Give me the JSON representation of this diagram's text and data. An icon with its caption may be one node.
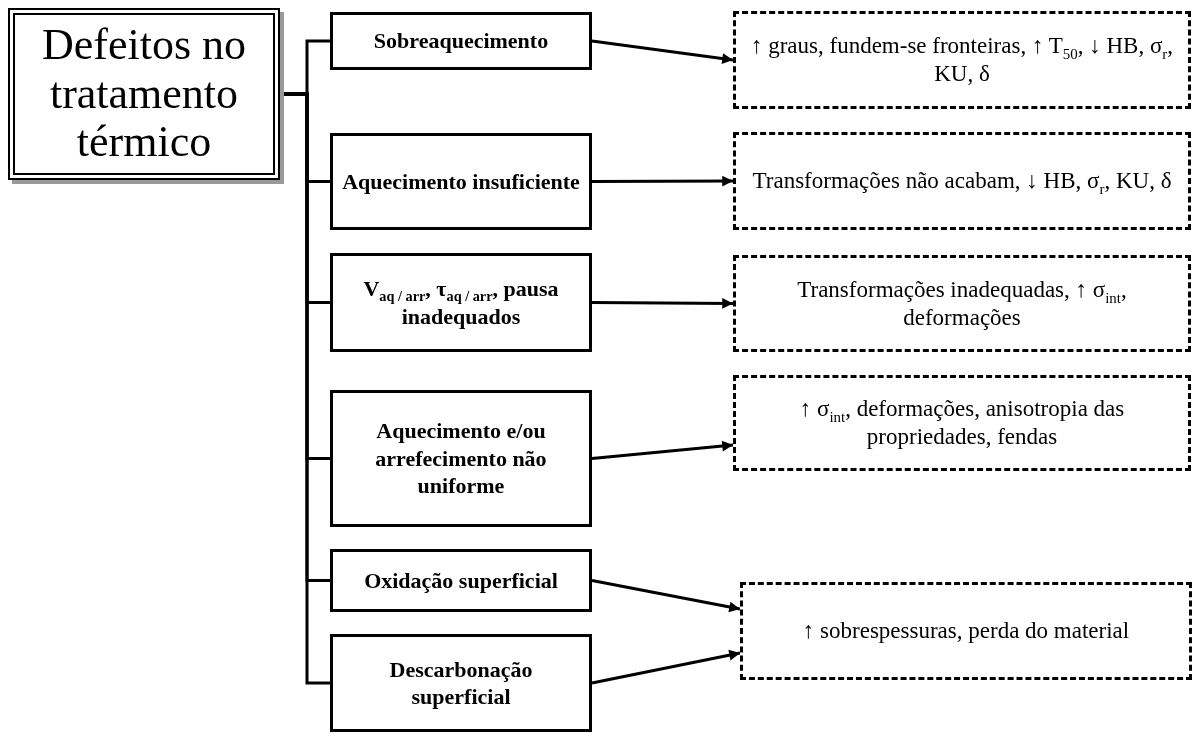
{
  "diagram": {
    "nodes": [
      {
        "text": [
          "Defeitos no tratamento térmico"
        ]
      },
      {
        "text": [
          "Sobreaquecimento"
        ]
      },
      {
        "text": [
          "Aquecimento insuficiente"
        ]
      },
      {
        "text": [
          "V$_{aq / arr}$, τ$_{aq / arr}$, pausa inadequados"
        ]
      },
      {
        "text": [
          "Aquecimento e/ou arrefecimento não uniforme"
        ]
      },
      {
        "text": [
          "Oxidação superficial"
        ]
      },
      {
        "text": [
          "Descarbonação superficial"
        ]
      },
      {
        "text": [
          "↑ graus, fundem-se fronteiras, ↑ T$_{50}$, ↓ HB, σ$_{r}$, KU, δ"
        ]
      },
      {
        "text": [
          "Transformações não acabam, ↓ HB, σ$_{r}$, KU, δ"
        ]
      },
      {
        "text": [
          "Transformações inadequadas, ↑ σ$_{int}$, deformações"
        ]
      },
      {
        "text": [
          "↑ σ$_{int}$, deformações, anisotropia das propriedades, fendas"
        ]
      },
      {
        "text": [
          "↑ sobrespessuras, perda do material"
        ]
      }
    ],
    "edges": [
      {
        "from": 0,
        "to": 1,
        "arrow": "none"
      },
      {
        "from": 0,
        "to": 2,
        "arrow": "none"
      },
      {
        "from": 0,
        "to": 3,
        "arrow": "none"
      },
      {
        "from": 0,
        "to": 4,
        "arrow": "none"
      },
      {
        "from": 0,
        "to": 5,
        "arrow": "none"
      },
      {
        "from": 0,
        "to": 6,
        "arrow": "none"
      },
      {
        "from": 1,
        "to": 7,
        "arrow": "to"
      },
      {
        "from": 2,
        "to": 8,
        "arrow": "to"
      },
      {
        "from": 3,
        "to": 9,
        "arrow": "to"
      },
      {
        "from": 4,
        "to": 10,
        "arrow": "to"
      },
      {
        "from": 5,
        "to": 11,
        "arrow": "to"
      },
      {
        "from": 6,
        "to": 11,
        "arrow": "to"
      }
    ]
  }
}
